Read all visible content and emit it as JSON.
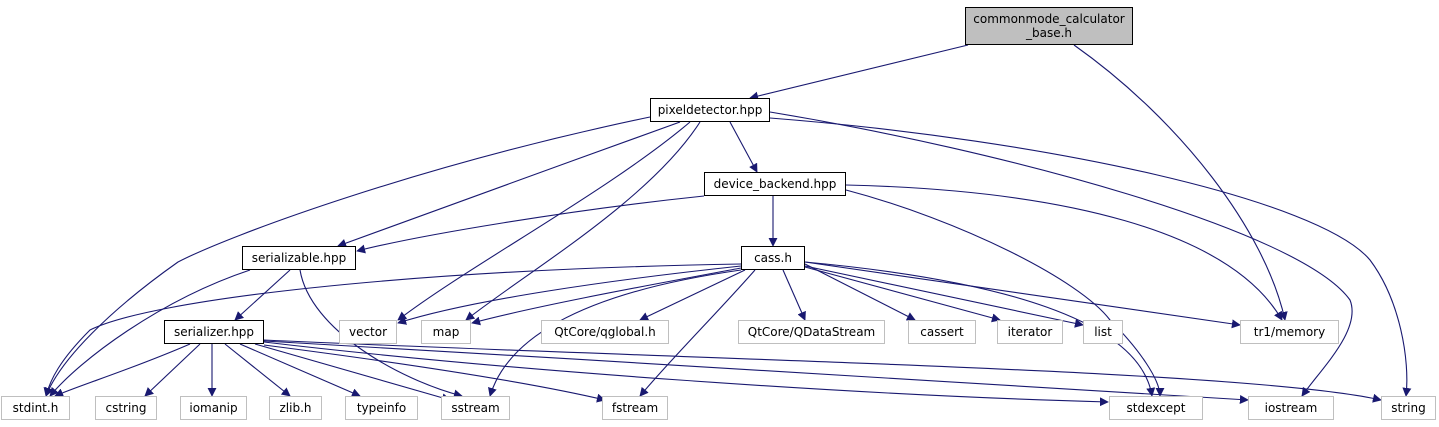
{
  "root": {
    "line1": "commonmode_calculator",
    "line2": "_base.h"
  },
  "nodes": {
    "pixeldetector": "pixeldetector.hpp",
    "device_backend": "device_backend.hpp",
    "serializable": "serializable.hpp",
    "cass": "cass.h",
    "serializer": "serializer.hpp",
    "vector": "vector",
    "map": "map",
    "qglobal": "QtCore/qglobal.h",
    "qdatastream": "QtCore/QDataStream",
    "cassert": "cassert",
    "iterator": "iterator",
    "list": "list",
    "tr1memory": "tr1/memory",
    "stdint": "stdint.h",
    "cstring": "cstring",
    "iomanip": "iomanip",
    "zlib": "zlib.h",
    "typeinfo": "typeinfo",
    "sstream": "sstream",
    "fstream": "fstream",
    "stdexcept": "stdexcept",
    "iostream": "iostream",
    "string": "string"
  },
  "colors": {
    "edge": "#191970",
    "node_border": "#000000",
    "system_node_border": "#bfbfbf",
    "root_fill": "#bfbfbf"
  }
}
